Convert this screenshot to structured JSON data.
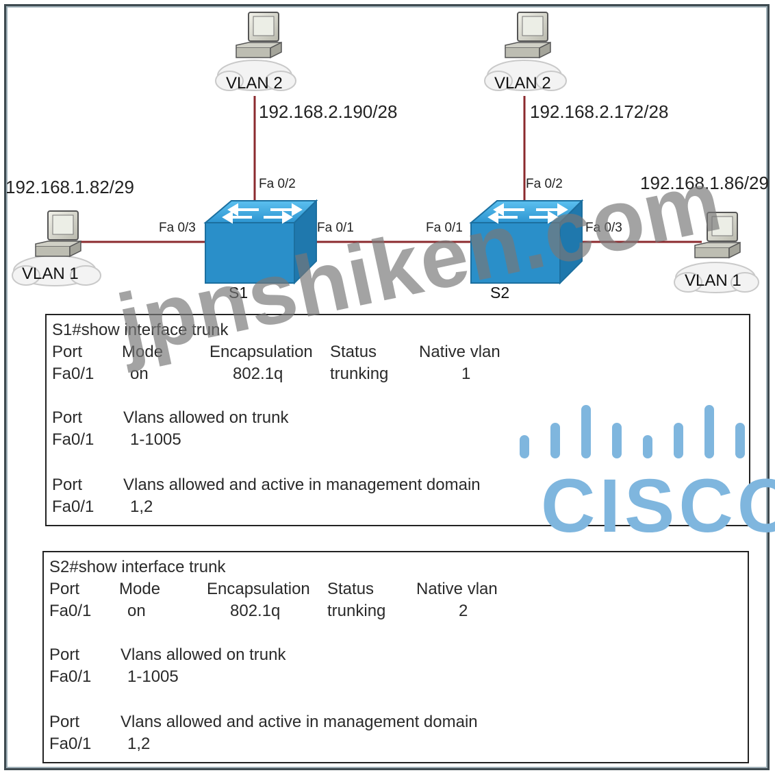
{
  "diagram": {
    "hosts": {
      "s1_vlan2": {
        "vlan": "VLAN 2",
        "ip": "192.168.2.190/28"
      },
      "s2_vlan2": {
        "vlan": "VLAN 2",
        "ip": "192.168.2.172/28"
      },
      "s1_vlan1": {
        "vlan": "VLAN 1",
        "ip": "192.168.1.82/29"
      },
      "s2_vlan1": {
        "vlan": "VLAN 1",
        "ip": "192.168.1.86/29"
      }
    },
    "switches": {
      "s1": {
        "name": "S1",
        "ports": {
          "fa02": "Fa 0/2",
          "fa03": "Fa 0/3",
          "fa01": "Fa 0/1"
        }
      },
      "s2": {
        "name": "S2",
        "ports": {
          "fa02": "Fa 0/2",
          "fa03": "Fa 0/3",
          "fa01": "Fa 0/1"
        }
      }
    },
    "link_color": "#8b2a2e",
    "switch_color": "#2f9bd6"
  },
  "cli": {
    "s1": {
      "command": "S1#show interface trunk",
      "headers": {
        "port": "Port",
        "mode": "Mode",
        "encap": "Encapsulation",
        "status": "Status",
        "native": "Native vlan"
      },
      "row": {
        "port": "Fa0/1",
        "mode": "on",
        "encap": "802.1q",
        "status": "trunking",
        "native": "1"
      },
      "allowed_header": {
        "port": "Port",
        "label": "Vlans allowed on trunk"
      },
      "allowed_row": {
        "port": "Fa0/1",
        "value": "1-1005"
      },
      "active_header": {
        "port": "Port",
        "label": "Vlans allowed and active in management domain"
      },
      "active_row": {
        "port": "Fa0/1",
        "value": "1,2"
      }
    },
    "s2": {
      "command": "S2#show interface trunk",
      "headers": {
        "port": "Port",
        "mode": "Mode",
        "encap": "Encapsulation",
        "status": "Status",
        "native": "Native vlan"
      },
      "row": {
        "port": "Fa0/1",
        "mode": "on",
        "encap": "802.1q",
        "status": "trunking",
        "native": "2"
      },
      "allowed_header": {
        "port": "Port",
        "label": "Vlans allowed on trunk"
      },
      "allowed_row": {
        "port": "Fa0/1",
        "value": "1-1005"
      },
      "active_header": {
        "port": "Port",
        "label": "Vlans allowed and active in management domain"
      },
      "active_row": {
        "port": "Fa0/1",
        "value": "1,2"
      }
    }
  },
  "overlay": {
    "watermark": "jpnshiken.com",
    "logo_text": "CISCO",
    "logo_color": "#7fb6de"
  }
}
